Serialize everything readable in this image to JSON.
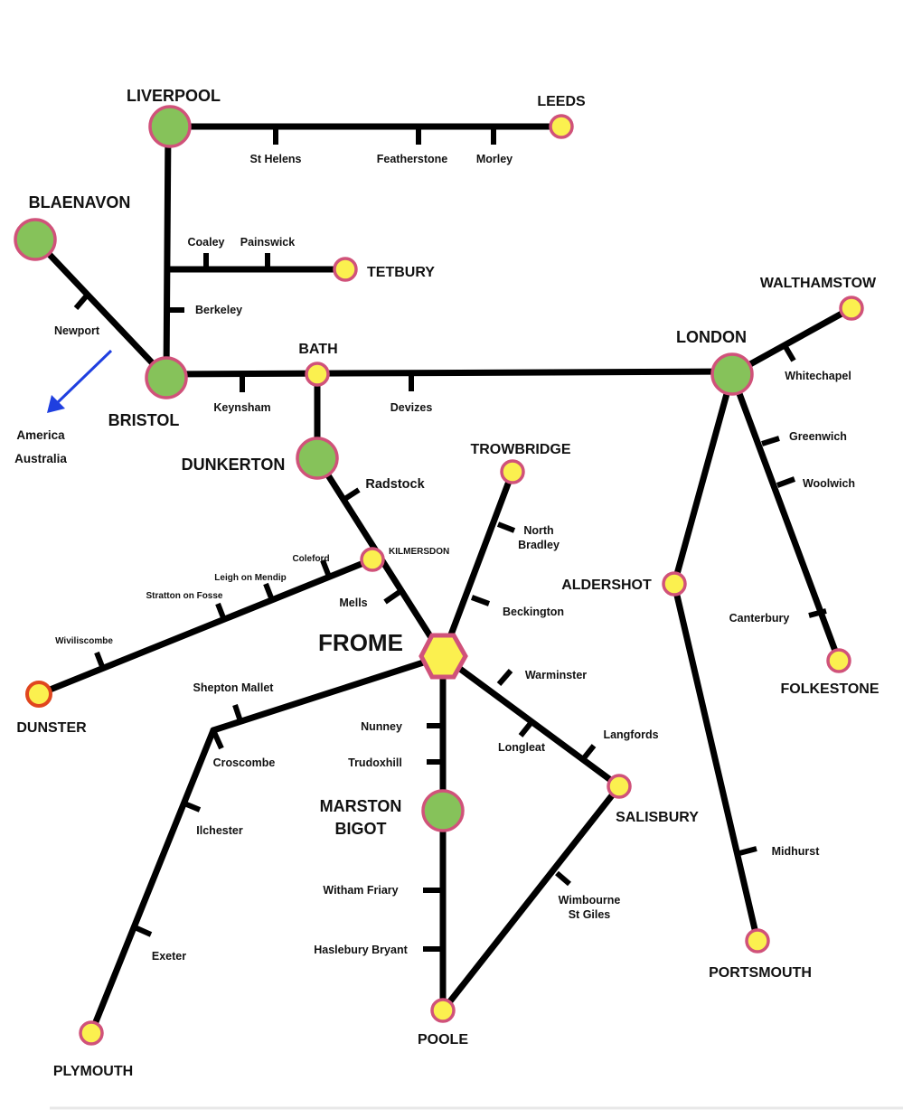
{
  "colors": {
    "major_station": "#86c25a",
    "minor_station": "#fbf04f",
    "station_outline": "#d0527a",
    "rail": "#000000",
    "arrow": "#1f3fe0"
  },
  "stations": {
    "liverpool": "LIVERPOOL",
    "leeds": "LEEDS",
    "blaenavon": "BLAENAVON",
    "tetbury": "TETBURY",
    "bristol": "BRISTOL",
    "bath": "BATH",
    "london": "LONDON",
    "walthamstow": "WALTHAMSTOW",
    "dunkerton": "DUNKERTON",
    "trowbridge": "TROWBRIDGE",
    "kilmersdon": "KILMERSDON",
    "frome": "FROME",
    "aldershot": "ALDERSHOT",
    "folkestone": "FOLKESTONE",
    "dunster": "DUNSTER",
    "marston_line1": "MARSTON",
    "marston_line2": "BIGOT",
    "salisbury": "SALISBURY",
    "portsmouth": "PORTSMOUTH",
    "poole": "POOLE",
    "plymouth": "PLYMOUTH"
  },
  "stops": {
    "st_helens": "St Helens",
    "featherstone": "Featherstone",
    "morley": "Morley",
    "coaley": "Coaley",
    "painswick": "Painswick",
    "berkeley": "Berkeley",
    "newport": "Newport",
    "keynsham": "Keynsham",
    "devizes": "Devizes",
    "whitechapel": "Whitechapel",
    "greenwich": "Greenwich",
    "woolwich": "Woolwich",
    "radstock": "Radstock",
    "north_bradley_1": "North",
    "north_bradley_2": "Bradley",
    "coleford": "Coleford",
    "leigh_on_mendip": "Leigh on Mendip",
    "stratton_on_fosse": "Stratton on Fosse",
    "mells": "Mells",
    "beckington": "Beckington",
    "canterbury": "Canterbury",
    "wiviliscombe": "Wiviliscombe",
    "shepton_mallet": "Shepton Mallet",
    "warminster": "Warminster",
    "nunney": "Nunney",
    "langfords": "Langfords",
    "longleat": "Longleat",
    "croscombe": "Croscombe",
    "trudoxhill": "Trudoxhill",
    "ilchester": "Ilchester",
    "midhurst": "Midhurst",
    "witham_friary": "Witham Friary",
    "wimbourne_1": "Wimbourne",
    "wimbourne_2": "St Giles",
    "exeter": "Exeter",
    "haslebury_bryant": "Haslebury Bryant"
  },
  "overseas": {
    "america": "America",
    "australia": "Australia"
  }
}
